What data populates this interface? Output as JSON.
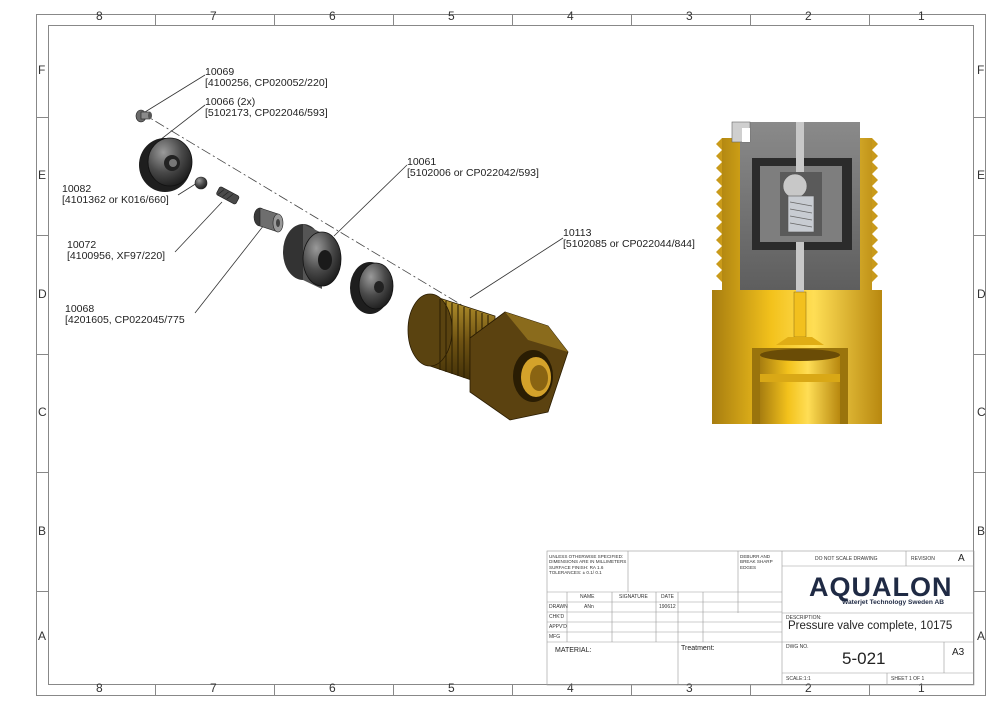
{
  "border": {
    "columns": [
      "8",
      "7",
      "6",
      "5",
      "4",
      "3",
      "2",
      "1"
    ],
    "rows": [
      "F",
      "E",
      "D",
      "C",
      "B",
      "A"
    ]
  },
  "callouts": [
    {
      "id": "10069",
      "ref": "[4100256, CP020052/220]"
    },
    {
      "id": "10066 (2x)",
      "ref": "[5102173, CP022046/593]"
    },
    {
      "id": "10082",
      "ref": "[4101362 or K016/660]"
    },
    {
      "id": "10072",
      "ref": "[4100956, XF97/220]"
    },
    {
      "id": "10068",
      "ref": "[4201605, CP022045/775"
    },
    {
      "id": "10061",
      "ref": "[5102006 or CP022042/593]"
    },
    {
      "id": "10113",
      "ref": "[5102085 or CP022044/844]"
    }
  ],
  "title_block": {
    "notes": [
      "UNLESS OTHERWISE SPECIFIED:",
      "DIMENSIONS ARE IN MILLIMETERS",
      "SURFACE FINISH: RA 1.6",
      "TOLERANCES: ± 0.1/ 0.1"
    ],
    "deburr": [
      "DEBURR AND",
      "BREAK SHARP",
      "EDGES"
    ],
    "do_not_scale": "DO NOT SCALE DRAWING",
    "revision_label": "REVISION",
    "revision": "A",
    "col_name": "NAME",
    "col_signature": "SIGNATURE",
    "col_date": "DATE",
    "row_drawn": "DRAWN",
    "row_chkd": "CHK'D",
    "row_appvd": "APPV'D",
    "row_mfg": "MFG",
    "drawn_name": "ANn",
    "drawn_date": "190612",
    "material_label": "MATERIAL:",
    "treatment_label": "Treatment:",
    "logo": "AQUALON",
    "logo_sub": "Waterjet Technology Sweden AB",
    "description_label": "DESCRIPTION:",
    "description": "Pressure valve complete, 10175",
    "dwg_no_label": "DWG NO.",
    "dwg_no": "5-021",
    "size": "A3",
    "scale": "SCALE:1:1",
    "sheet": "SHEET 1 OF 1"
  }
}
